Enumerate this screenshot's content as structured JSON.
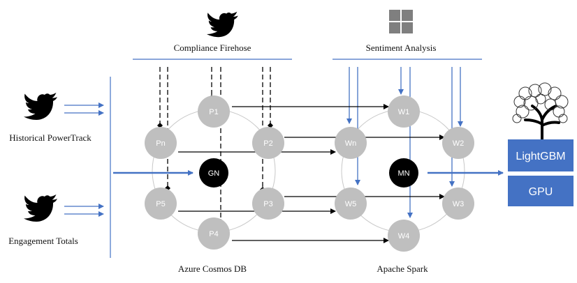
{
  "labels": {
    "compliance": "Compliance Firehose",
    "sentiment": "Sentiment Analysis",
    "historical": "Historical PowerTrack",
    "engagement": "Engagement Totals",
    "cosmos": "Azure Cosmos DB",
    "spark": "Apache Spark"
  },
  "nodes": {
    "p1": "P1",
    "p2": "P2",
    "p3": "P3",
    "p4": "P4",
    "p5": "P5",
    "pn": "Pn",
    "gn": "GN",
    "w1": "W1",
    "w2": "W2",
    "w3": "W3",
    "w4": "W4",
    "w5": "W5",
    "wn": "Wn",
    "mn": "MN"
  },
  "output": {
    "lightgbm": "LightGBM",
    "gpu": "GPU"
  },
  "icons": [
    "twitter-icon",
    "grid-icon",
    "tree-icon"
  ],
  "colors": {
    "accent_blue": "#4472c4",
    "node_gray": "#bfbfbf",
    "hub_black": "#000000",
    "output_box": "#4472c4"
  }
}
